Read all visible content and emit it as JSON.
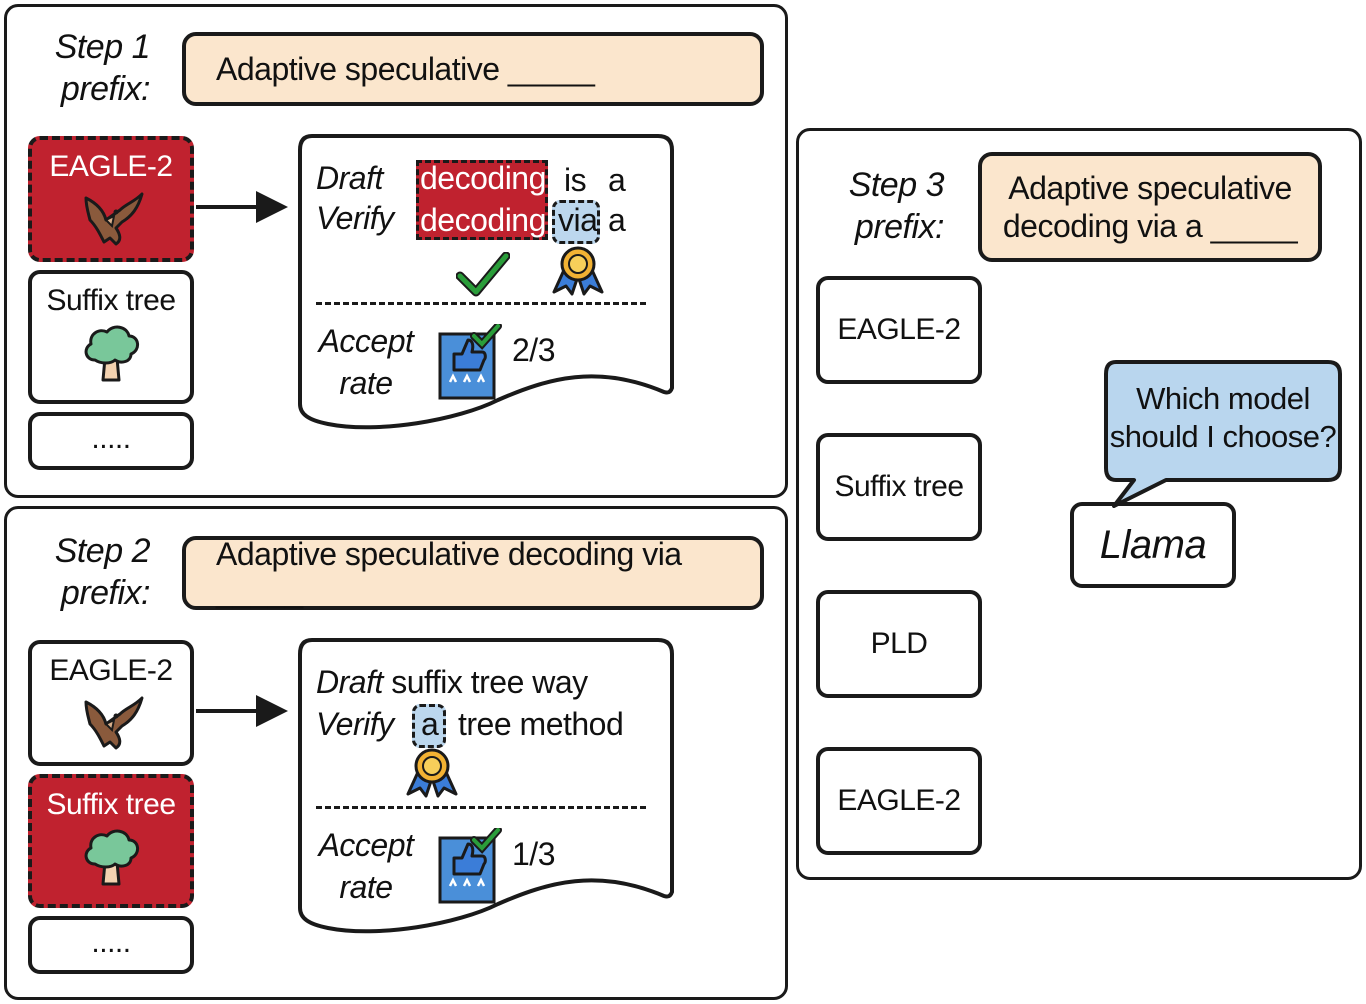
{
  "colors": {
    "selected": "#c0222f",
    "prefix_bg": "#fbe6cd",
    "token_blue": "#bcd7ee",
    "check": "#2a9d3a",
    "speech": "#b9d6ee"
  },
  "step1": {
    "label": "Step 1\nprefix:",
    "prefix": "Adaptive speculative _____",
    "models": [
      "EAGLE-2",
      "Suffix tree",
      "....."
    ],
    "draft_label": "Draft",
    "verify_label": "Verify",
    "draft_tokens": [
      "decoding",
      "is",
      "a"
    ],
    "verify_tokens": [
      "decoding",
      "via",
      "a"
    ],
    "accept_label": "Accept\nrate",
    "accept_value": "2/3"
  },
  "step2": {
    "label": "Step 2\nprefix:",
    "prefix": "Adaptive speculative decoding via _____",
    "models": [
      "EAGLE-2",
      "Suffix tree",
      "....."
    ],
    "draft_label": "Draft",
    "verify_label": "Verify",
    "draft_tokens": "suffix tree way",
    "verify_token": "a",
    "verify_rest": "tree method",
    "accept_label": "Accept\nrate",
    "accept_value": "1/3"
  },
  "step3": {
    "label": "Step 3\nprefix:",
    "prefix": "Adaptive speculative\ndecoding via a _____",
    "choices": [
      "EAGLE-2",
      "Suffix tree",
      "PLD",
      "EAGLE-2"
    ],
    "llm": "Llama",
    "question": "Which model\nshould I choose?"
  }
}
